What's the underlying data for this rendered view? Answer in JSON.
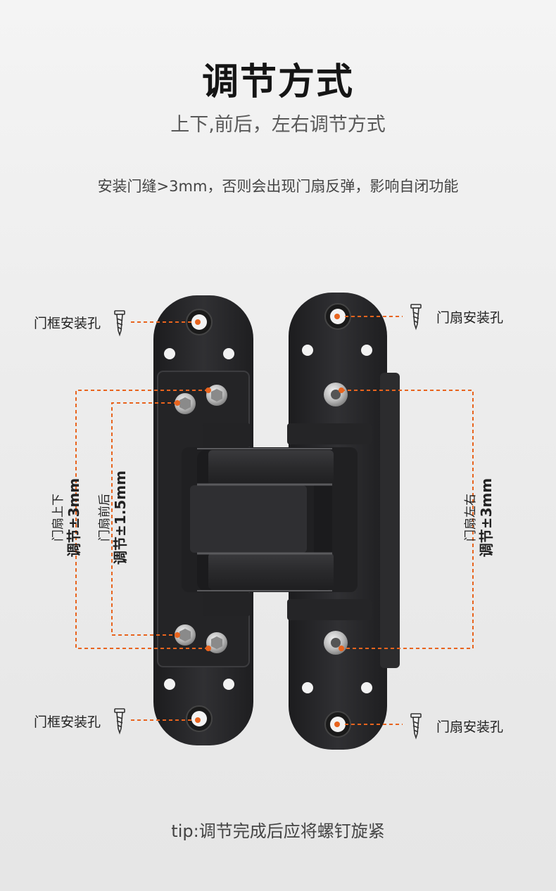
{
  "header": {
    "title": "调节方式",
    "subtitle": "上下,前后，左右调节方式",
    "note": "安装门缝>3mm，否则会出现门扇反弹，影响自闭功能"
  },
  "labels": {
    "frame_hole_top": "门框安装孔",
    "frame_hole_bottom": "门框安装孔",
    "leaf_hole_top": "门扇安装孔",
    "leaf_hole_bottom": "门扇安装孔",
    "updown_name": "门扇上下",
    "updown_value": "调节±3mm",
    "frontback_name": "门扇前后",
    "frontback_value": "调节±1.5mm",
    "leftright_name": "门扇左右",
    "leftright_value": "调节±3mm"
  },
  "footer": {
    "tip": "tip:调节完成后应将螺钉旋紧"
  },
  "colors": {
    "accent": "#e8641e",
    "hinge": "#2b2b2d",
    "text": "#222222"
  },
  "icons": [
    "screw-icon",
    "hinge-illustration"
  ]
}
